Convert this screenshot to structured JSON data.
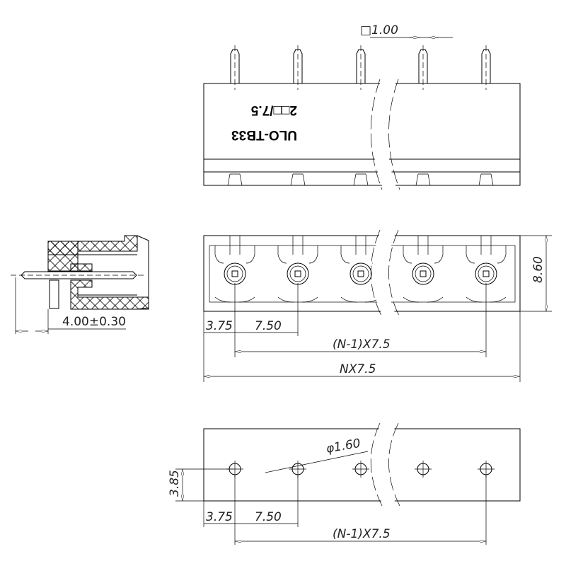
{
  "top_view": {
    "part_label": "ULO-TB33",
    "pitch_label": "2□□/7.5",
    "pin_size": "□1.00"
  },
  "side_view": {
    "pin_length": "4.00±0.30"
  },
  "front_view": {
    "height": "8.60",
    "edge_offset": "3.75",
    "pitch": "7.50",
    "span_pins": "(N-1)X7.5",
    "total_length": "NX7.5"
  },
  "bottom_view": {
    "hole_diameter": "φ1.60",
    "hole_offset_y": "3.85",
    "edge_offset": "3.75",
    "pitch": "7.50",
    "span_pins": "(N-1)X7.5"
  },
  "pin_count_shown": 5
}
